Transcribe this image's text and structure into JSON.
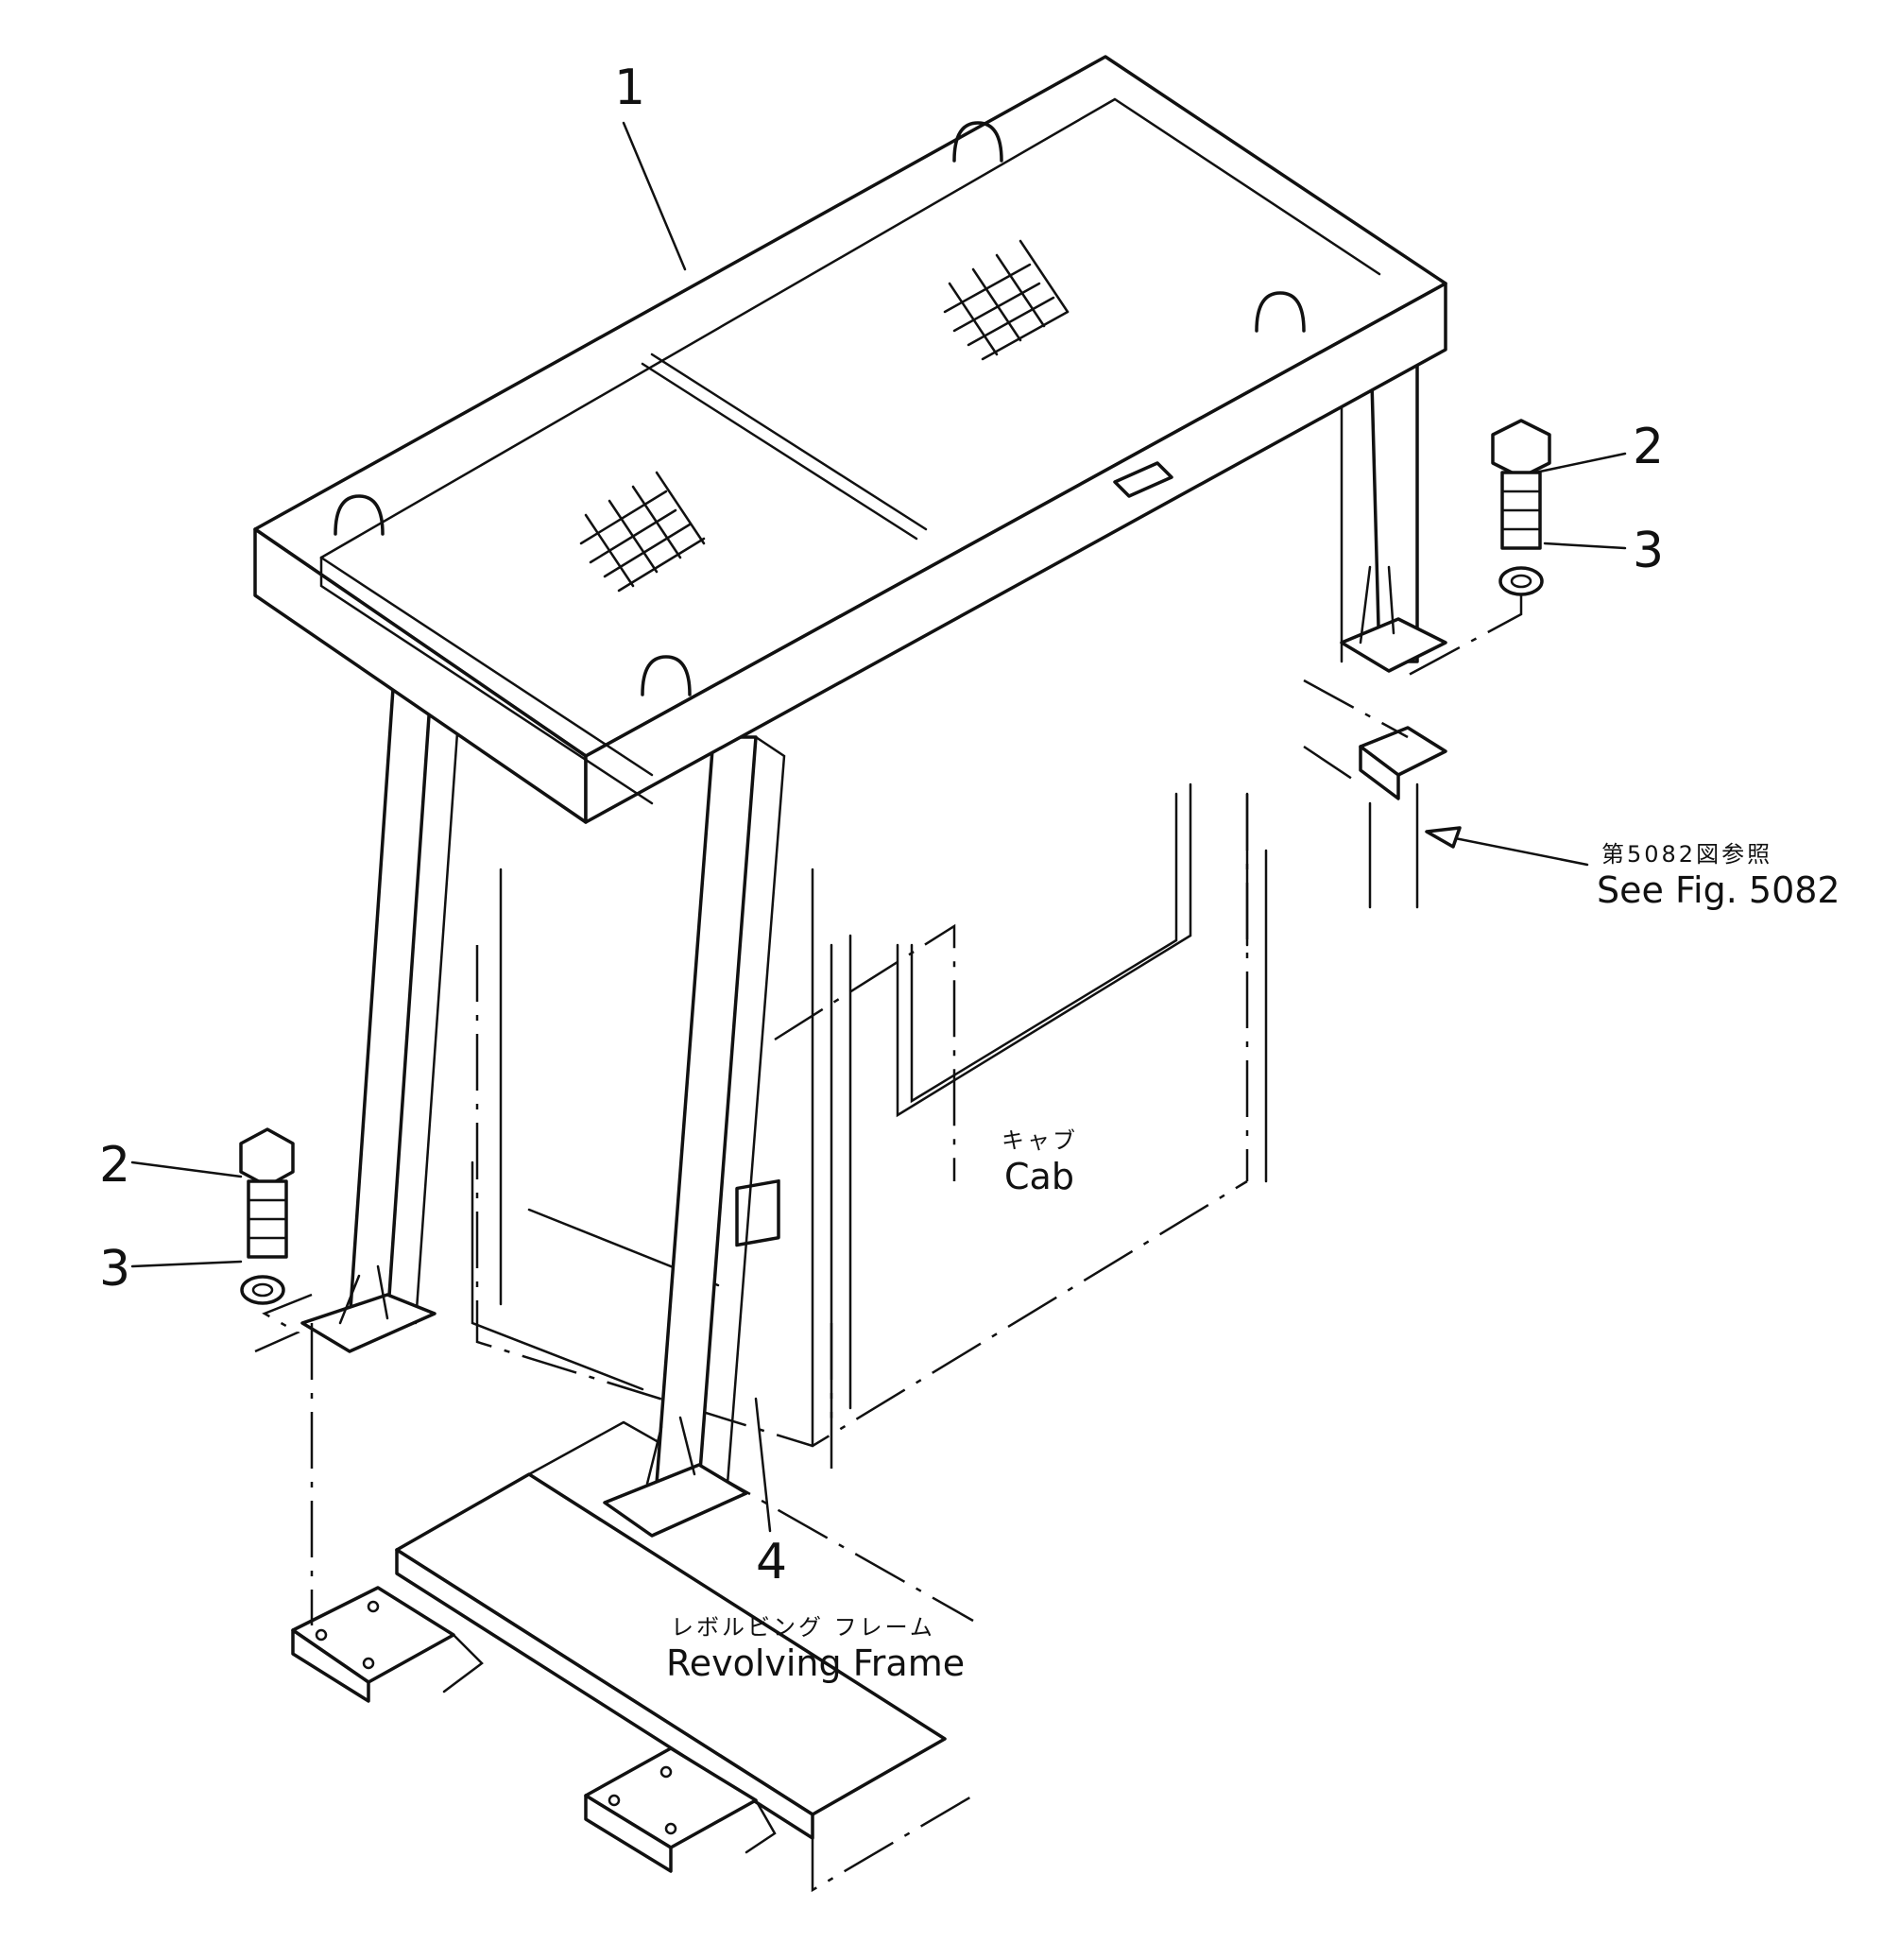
{
  "callouts": {
    "c1": "1",
    "c2_right": "2",
    "c3_right": "3",
    "c2_left": "2",
    "c3_left": "3",
    "c4": "4"
  },
  "labels": {
    "reference_jp": "第5082図参照",
    "reference_en": "See Fig. 5082",
    "cab_jp": "キャブ",
    "cab_en": "Cab",
    "frame_jp": "レボルビング フレーム",
    "frame_en": "Revolving Frame"
  },
  "parts": [
    {
      "no": "1",
      "name": "canopy-guard"
    },
    {
      "no": "2",
      "name": "bolt"
    },
    {
      "no": "3",
      "name": "washer"
    },
    {
      "no": "4",
      "name": "plate"
    }
  ]
}
